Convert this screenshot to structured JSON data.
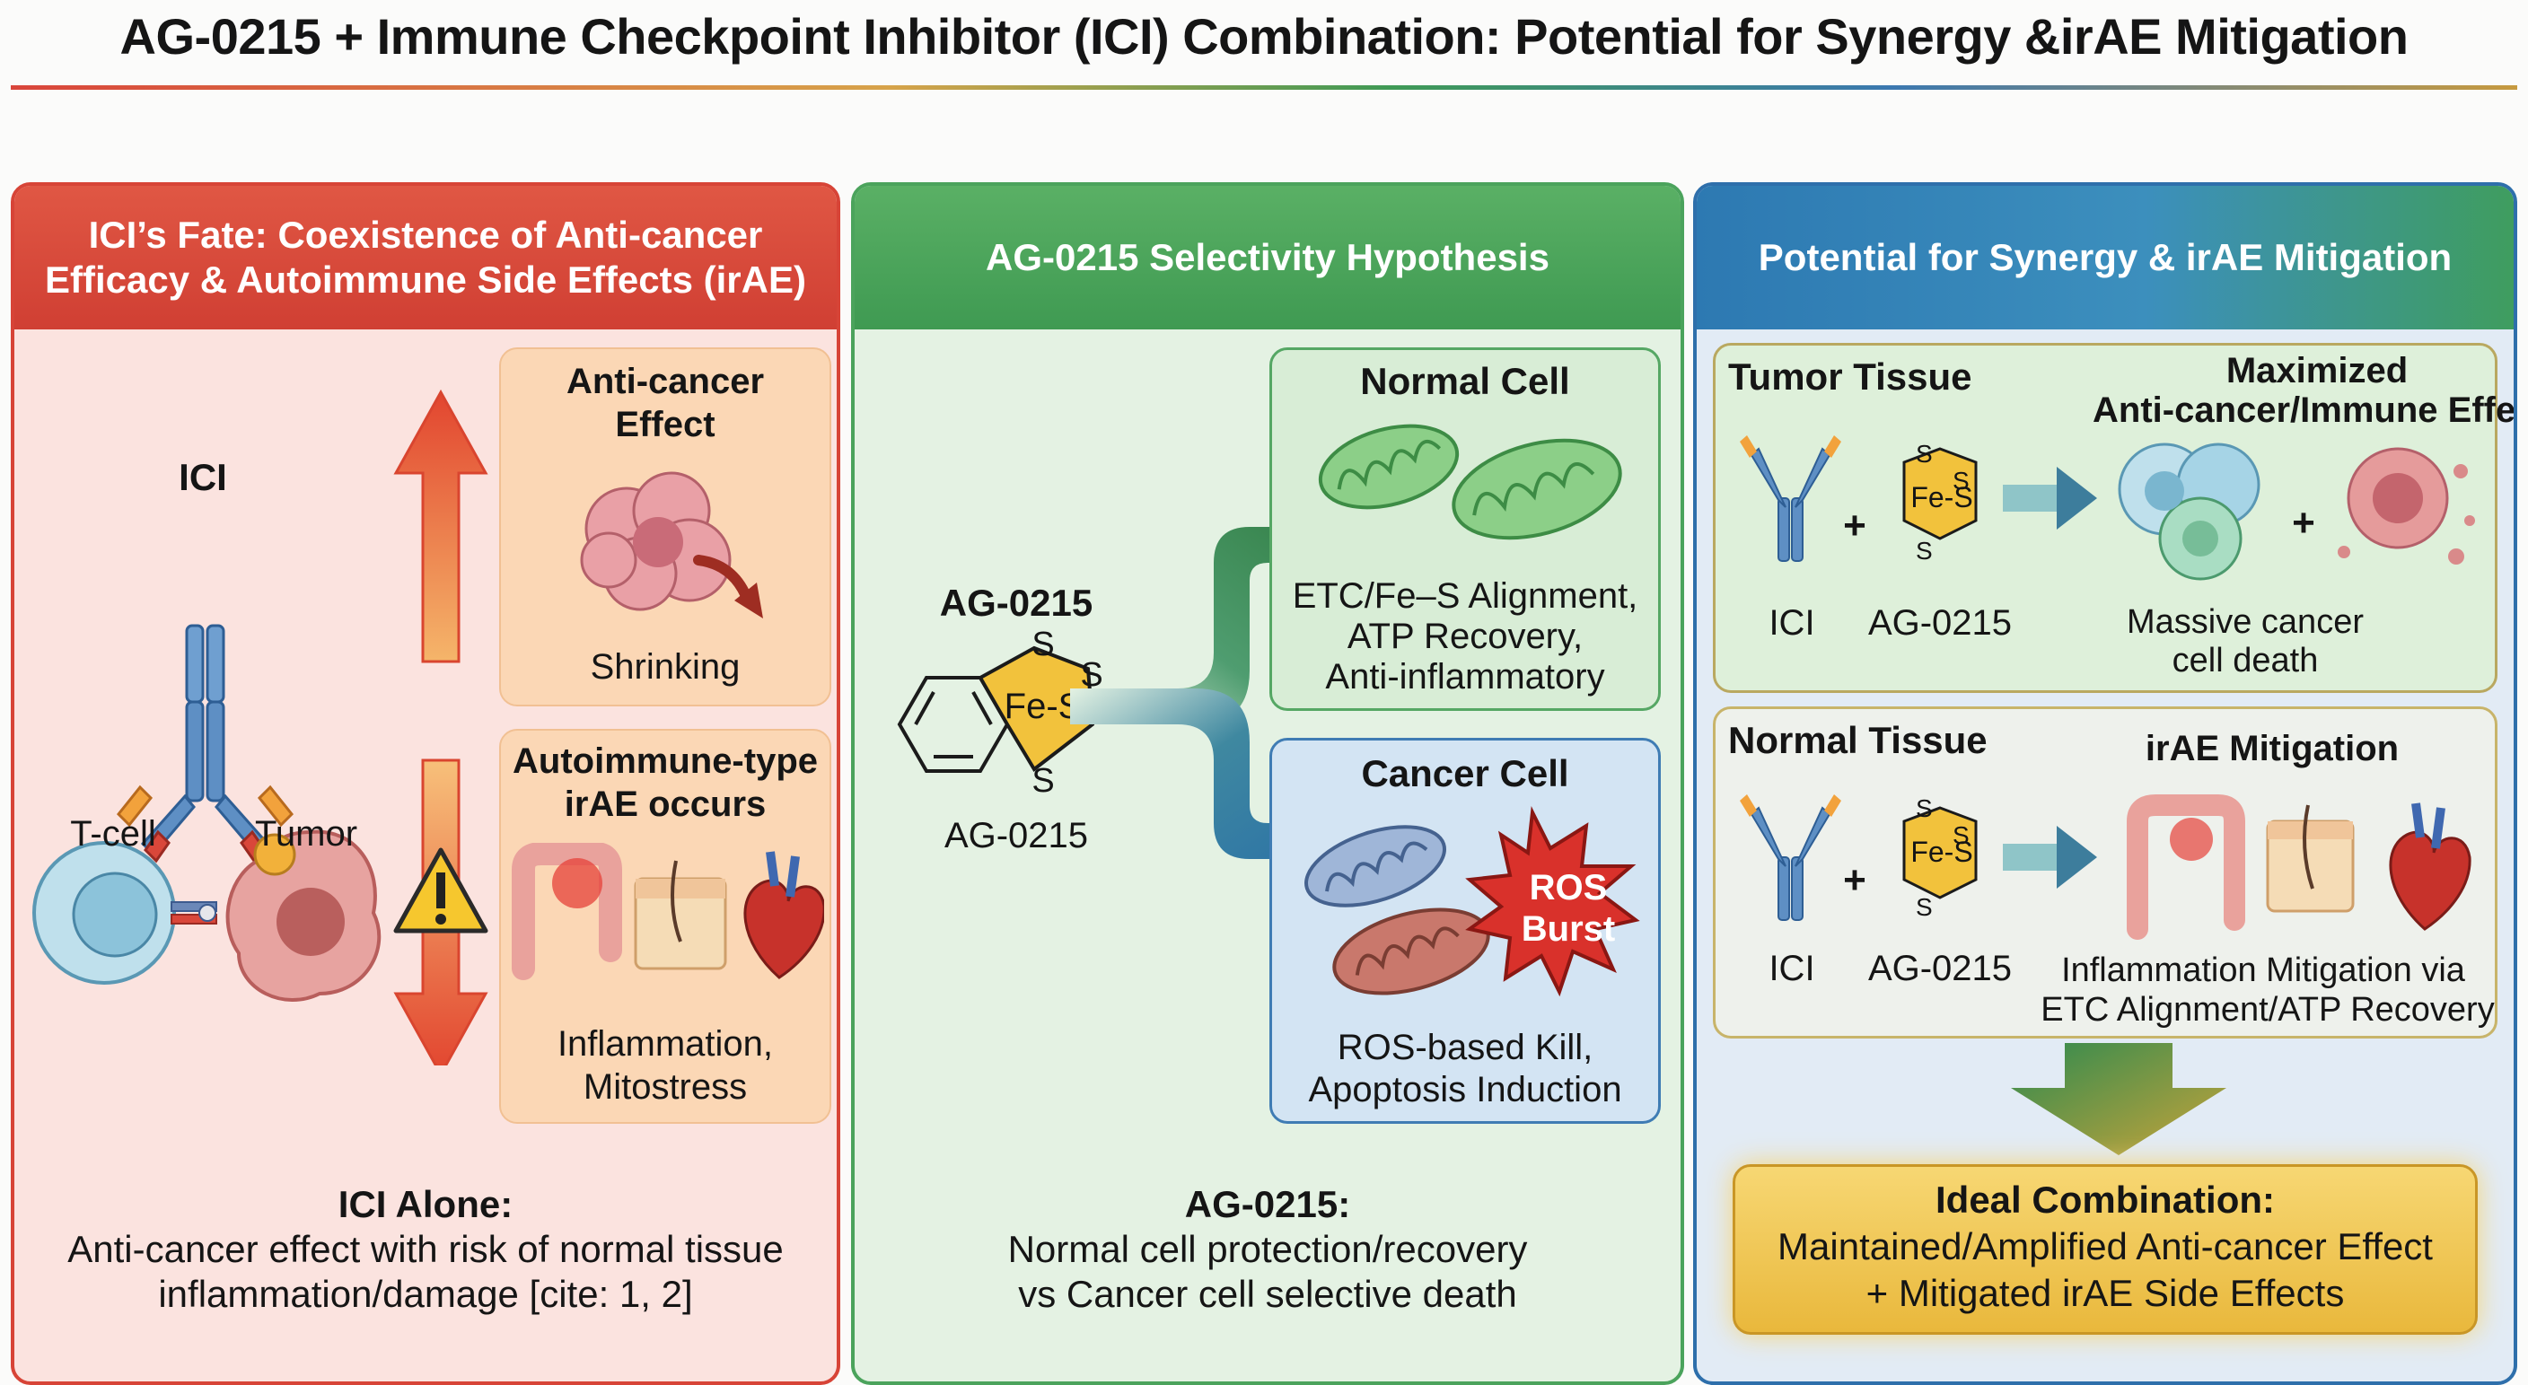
{
  "title": "AG-0215 + Immune Checkpoint Inhibitor (ICI) Combination: Potential for Synergy &irAE Mitigation",
  "panel1": {
    "header_line1": "ICI’s Fate: Coexistence of Anti-cancer",
    "header_line2": "Efficacy & Autoimmune Side Effects (irAE)",
    "ici_label": "ICI",
    "tcell_label": "T-cell",
    "tumor_label": "Tumor",
    "anticancer_title_line1": "Anti-cancer",
    "anticancer_title_line2": "Effect",
    "shrinking_label": "Shrinking",
    "irae_title_line1": "Autoimmune-type",
    "irae_title_line2": "irAE occurs",
    "irae_desc_line1": "Inflammation,",
    "irae_desc_line2": "Mitostress",
    "summary_title": "ICI Alone:",
    "summary_line1": "Anti-cancer effect with risk of normal tissue",
    "summary_line2": "inflammation/damage [cite: 1, 2]"
  },
  "panel2": {
    "header": "AG-0215 Selectivity Hypothesis",
    "molecule_title": "AG-0215",
    "molecule_center": "Fe-S",
    "molecule_caption": "AG-0215",
    "sulfur": "S",
    "normal_title": "Normal Cell",
    "normal_line1": "ETC/Fe–S Alignment,",
    "normal_line2": "ATP Recovery,",
    "normal_line3": "Anti-inflammatory",
    "cancer_title": "Cancer Cell",
    "ros_line1": "ROS",
    "ros_line2": "Burst",
    "cancer_line1": "ROS-based Kill,",
    "cancer_line2": "Apoptosis Induction",
    "summary_title": "AG-0215:",
    "summary_line1": "Normal cell protection/recovery",
    "summary_line2": "vs Cancer cell selective death"
  },
  "panel3": {
    "header": "Potential for Synergy & irAE Mitigation",
    "tumor_tissue": "Tumor Tissue",
    "max_effect_line1": "Maximized",
    "max_effect_line2": "Anti-cancer/Immune Effect",
    "ici_label": "ICI",
    "ag_label": "AG-0215",
    "plus": "+",
    "fes": "Fe-S",
    "sulfur": "S",
    "massive_line1": "Massive cancer",
    "massive_line2": "cell death",
    "normal_tissue": "Normal Tissue",
    "irae_mitigation": "irAE Mitigation",
    "mitigation_line1": "Inflammation Mitigation via",
    "mitigation_line2": "ETC Alignment/ATP Recovery",
    "ideal_title": "Ideal Combination:",
    "ideal_line1": "Maintained/Amplified Anti-cancer Effect",
    "ideal_line2": "+ Mitigated irAE Side Effects"
  },
  "colors": {
    "red": "#d74437",
    "green": "#4ba35c",
    "blue": "#2e6fab",
    "gold": "#e3b63c",
    "fes_yellow": "#f2c23c"
  }
}
